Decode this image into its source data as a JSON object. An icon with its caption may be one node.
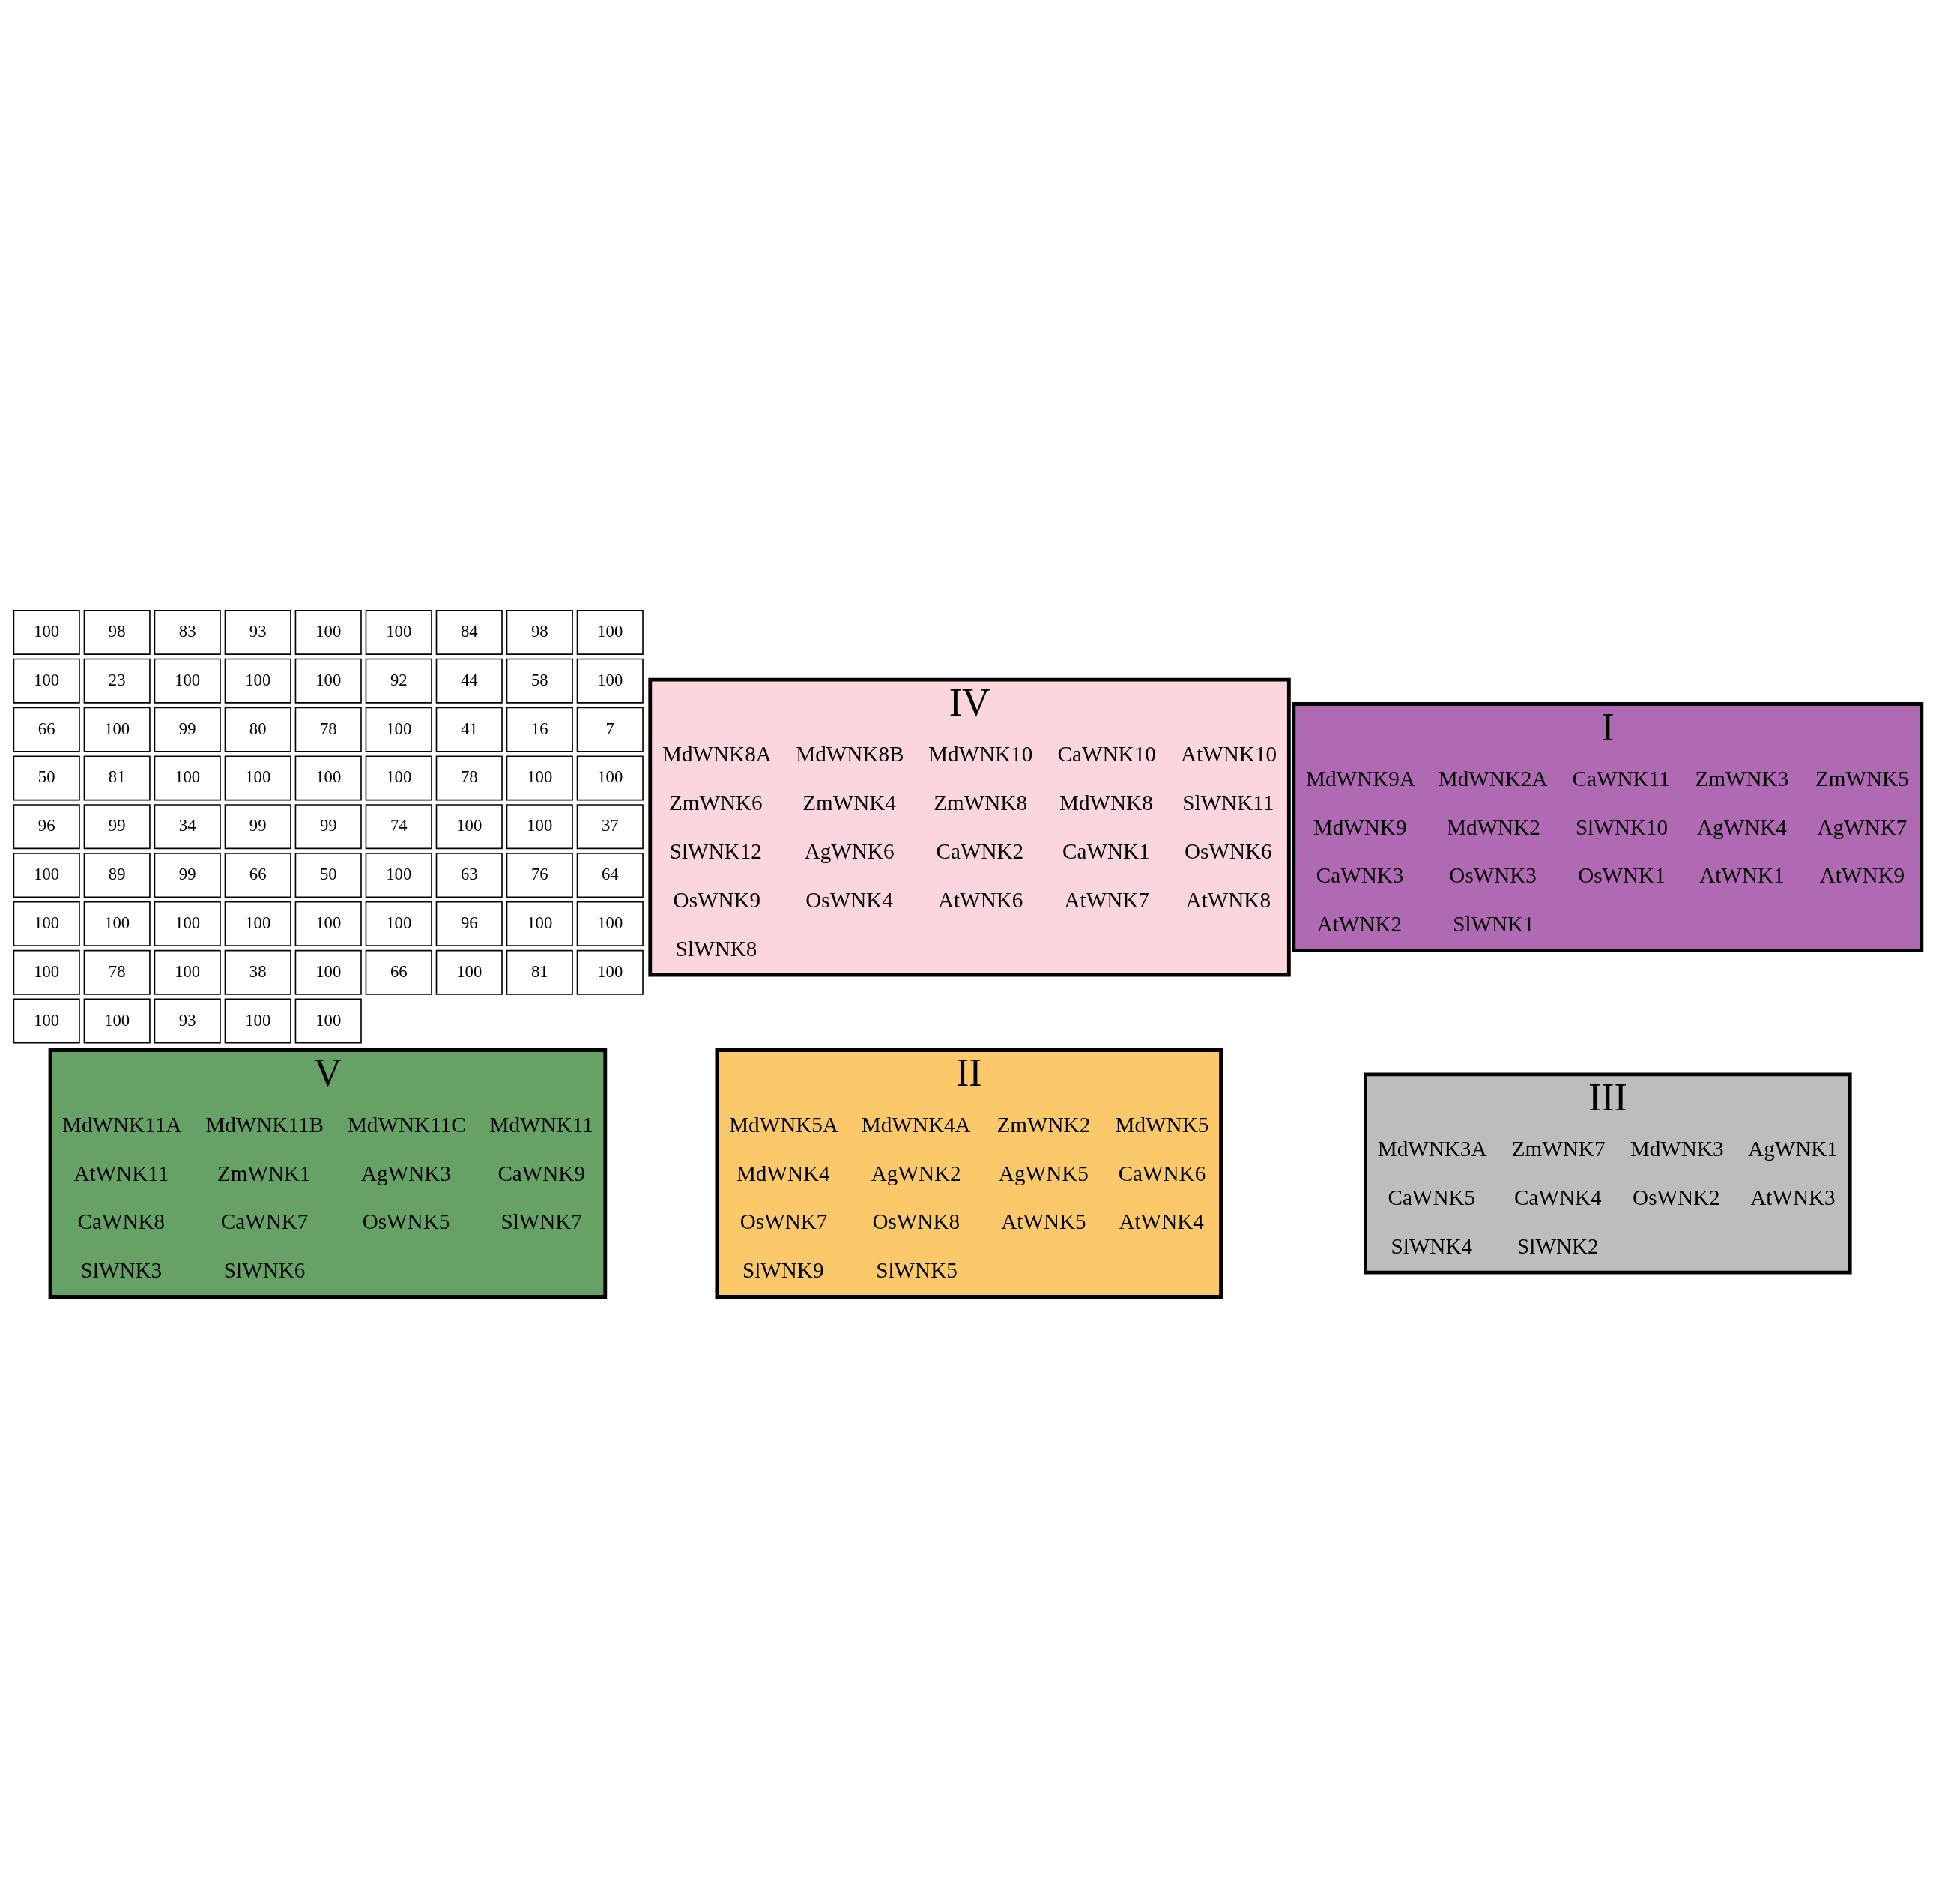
{
  "diagram": {
    "nodes": [
      {
        "text": [
          "I"
        ]
      },
      {
        "text": [
          "AtWNK1"
        ],
        "in": 0
      },
      {
        "text": [
          "AtWNK9"
        ],
        "in": 0
      },
      {
        "text": [
          "SlWNK1"
        ],
        "in": 0
      },
      {
        "text": [
          "CaWNK11"
        ],
        "in": 0
      },
      {
        "text": [
          "MdWNK9"
        ],
        "in": 0
      },
      {
        "text": [
          "MdWNK9A"
        ],
        "in": 0
      },
      {
        "text": [
          "SlWNK10"
        ],
        "in": 0
      },
      {
        "text": [
          "CaWNK3"
        ],
        "in": 0
      },
      {
        "text": [
          "AtWNK2"
        ],
        "in": 0
      },
      {
        "text": [
          "MdWNK2"
        ],
        "in": 0
      },
      {
        "text": [
          "MdWNK2A"
        ],
        "in": 0
      },
      {
        "text": [
          "AgWNK4"
        ],
        "in": 0
      },
      {
        "text": [
          "AgWNK7"
        ],
        "in": 0
      },
      {
        "text": [
          "OsWNK3"
        ],
        "in": 0
      },
      {
        "text": [
          "OsWNK1"
        ],
        "in": 0
      },
      {
        "text": [
          "ZmWNK3"
        ],
        "in": 0
      },
      {
        "text": [
          "ZmWNK5"
        ],
        "in": 0
      },
      {
        "text": [
          "II"
        ]
      },
      {
        "text": [
          "OsWNK7"
        ],
        "in": 18
      },
      {
        "text": [
          "OsWNK8"
        ],
        "in": 18
      },
      {
        "text": [
          "ZmWNK2"
        ],
        "in": 18
      },
      {
        "text": [
          "AgWNK2"
        ],
        "in": 18
      },
      {
        "text": [
          "AgWNK5"
        ],
        "in": 18
      },
      {
        "text": [
          "MdWNK5"
        ],
        "in": 18
      },
      {
        "text": [
          "MdWNK5A"
        ],
        "in": 18
      },
      {
        "text": [
          "AtWNK5"
        ],
        "in": 18
      },
      {
        "text": [
          "SlWNK9"
        ],
        "in": 18
      },
      {
        "text": [
          "SlWNK5"
        ],
        "in": 18
      },
      {
        "text": [
          "CaWNK6"
        ],
        "in": 18
      },
      {
        "text": [
          "AtWNK4"
        ],
        "in": 18
      },
      {
        "text": [
          "MdWNK4"
        ],
        "in": 18
      },
      {
        "text": [
          "MdWNK4A"
        ],
        "in": 18
      },
      {
        "text": [
          "III"
        ]
      },
      {
        "text": [
          "OsWNK2"
        ],
        "in": 33
      },
      {
        "text": [
          "ZmWNK7"
        ],
        "in": 33
      },
      {
        "text": [
          "AgWNK1"
        ],
        "in": 33
      },
      {
        "text": [
          "MdWNK3"
        ],
        "in": 33
      },
      {
        "text": [
          "MdWNK3A"
        ],
        "in": 33
      },
      {
        "text": [
          "AtWNK3"
        ],
        "in": 33
      },
      {
        "text": [
          "SlWNK4"
        ],
        "in": 33
      },
      {
        "text": [
          "CaWNK5"
        ],
        "in": 33
      },
      {
        "text": [
          "SlWNK2"
        ],
        "in": 33
      },
      {
        "text": [
          "CaWNK4"
        ],
        "in": 33
      },
      {
        "text": [
          "IV"
        ]
      },
      {
        "text": [
          "OsWNK6"
        ],
        "in": 44
      },
      {
        "text": [
          "ZmWNK6"
        ],
        "in": 44
      },
      {
        "text": [
          "OsWNK9"
        ],
        "in": 44
      },
      {
        "text": [
          "AgWNK6"
        ],
        "in": 44
      },
      {
        "text": [
          "AtWNK6"
        ],
        "in": 44
      },
      {
        "text": [
          "AtWNK7"
        ],
        "in": 44
      },
      {
        "text": [
          "SlWNK11"
        ],
        "in": 44
      },
      {
        "text": [
          "CaWNK2"
        ],
        "in": 44
      },
      {
        "text": [
          "ZmWNK4"
        ],
        "in": 44
      },
      {
        "text": [
          "ZmWNK8"
        ],
        "in": 44
      },
      {
        "text": [
          "OsWNK4"
        ],
        "in": 44
      },
      {
        "text": [
          "SlWNK8"
        ],
        "in": 44
      },
      {
        "text": [
          "CaWNK1"
        ],
        "in": 44
      },
      {
        "text": [
          "SlWNK12"
        ],
        "in": 44
      },
      {
        "text": [
          "CaWNK10"
        ],
        "in": 44
      },
      {
        "text": [
          "MdWNK10"
        ],
        "in": 44
      },
      {
        "text": [
          "AtWNK8"
        ],
        "in": 44
      },
      {
        "text": [
          "AtWNK10"
        ],
        "in": 44
      },
      {
        "text": [
          "MdWNK8"
        ],
        "in": 44
      },
      {
        "text": [
          "MdWNK8A"
        ],
        "in": 44
      },
      {
        "text": [
          "MdWNK8B"
        ],
        "in": 44
      },
      {
        "text": [
          "V"
        ]
      },
      {
        "text": [
          "OsWNK5"
        ],
        "in": 66
      },
      {
        "text": [
          "ZmWNK1"
        ],
        "in": 66
      },
      {
        "text": [
          "AgWNK3"
        ],
        "in": 66
      },
      {
        "text": [
          "SlWNK7"
        ],
        "in": 66
      },
      {
        "text": [
          "CaWNK9"
        ],
        "in": 66
      },
      {
        "text": [
          "MdWNK11B"
        ],
        "in": 66
      },
      {
        "text": [
          "MdWNK11C"
        ],
        "in": 66
      },
      {
        "text": [
          "AtWNK11"
        ],
        "in": 66
      },
      {
        "text": [
          "MdWNK11"
        ],
        "in": 66
      },
      {
        "text": [
          "MdWNK11A"
        ],
        "in": 66
      },
      {
        "text": [
          "SlWNK3"
        ],
        "in": 66
      },
      {
        "text": [
          "SlWNK6"
        ],
        "in": 66
      },
      {
        "text": [
          "CaWNK8"
        ],
        "in": 66
      },
      {
        "text": [
          "CaWNK7"
        ],
        "in": 66
      }
    ],
    "labels": [
      "100",
      "98",
      "83",
      "93",
      "100",
      "100",
      "84",
      "98",
      "100",
      "100",
      "23",
      "100",
      "100",
      "100",
      "92",
      "44",
      "58",
      "100",
      "66",
      "100",
      "99",
      "80",
      "78",
      "100",
      "41",
      "16",
      "7",
      "50",
      "81",
      "100",
      "100",
      "100",
      "100",
      "78",
      "100",
      "100",
      "96",
      "99",
      "34",
      "99",
      "99",
      "74",
      "100",
      "100",
      "37",
      "100",
      "89",
      "99",
      "66",
      "50",
      "100",
      "63",
      "76",
      "64",
      "100",
      "100",
      "100",
      "100",
      "100",
      "100",
      "96",
      "100",
      "100",
      "100",
      "78",
      "100",
      "38",
      "100",
      "66",
      "100",
      "81",
      "100",
      "100",
      "100",
      "93",
      "100",
      "100"
    ]
  }
}
